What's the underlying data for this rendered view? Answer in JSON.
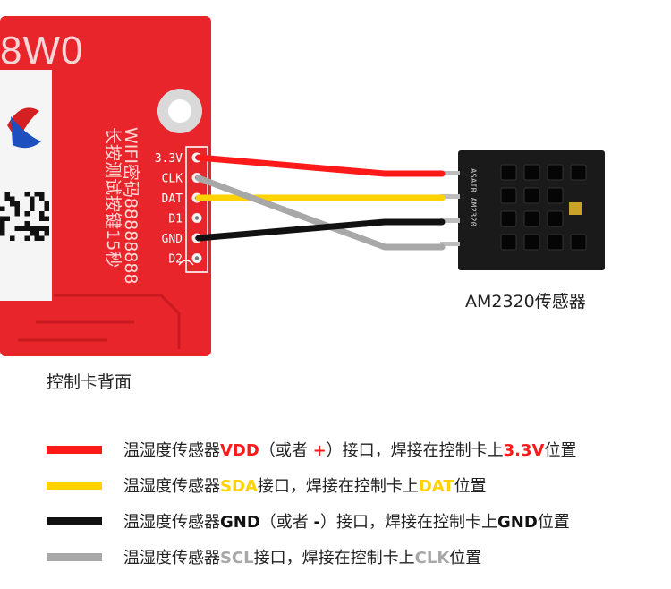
{
  "board": {
    "title_partial": "8W0",
    "vertical_text_1": "长按测试按键15秒",
    "vertical_text_2": "WIFI密码88888888",
    "pins": [
      "3.3V",
      "CLK",
      "DAT",
      "D1",
      "GND",
      "D2"
    ],
    "caption": "控制卡背面"
  },
  "sensor": {
    "caption": "AM2320传感器"
  },
  "colors": {
    "red": "#ff1a1a",
    "yellow": "#ffd200",
    "black": "#111111",
    "gray": "#a8a8a8",
    "board": "#e8252a"
  },
  "legend": [
    {
      "color": "#ff1a1a",
      "prefix": "温湿度传感器",
      "pin": "VDD",
      "pin_class": "red",
      "mid": "（或者 ",
      "sym": "+",
      "sym_class": "red",
      "suffix1": "）接口，焊接在控制卡上",
      "target": "3.3V",
      "target_class": "red",
      "suffix2": "位置"
    },
    {
      "color": "#ffd200",
      "prefix": "温湿度传感器",
      "pin": "SDA",
      "pin_class": "yellow",
      "mid": "",
      "sym": "",
      "sym_class": "",
      "suffix1": "接口，焊接在控制卡上",
      "target": "DAT",
      "target_class": "yellow",
      "suffix2": "位置"
    },
    {
      "color": "#111111",
      "prefix": "温湿度传感器",
      "pin": "GND",
      "pin_class": "black",
      "mid": "（或者 ",
      "sym": "-",
      "sym_class": "black",
      "suffix1": "）接口，焊接在控制卡上",
      "target": "GND",
      "target_class": "black",
      "suffix2": "位置"
    },
    {
      "color": "#a8a8a8",
      "prefix": "温湿度传感器",
      "pin": "SCL",
      "pin_class": "gray",
      "mid": "",
      "sym": "",
      "sym_class": "",
      "suffix1": "接口，焊接在控制卡上",
      "target": "CLK",
      "target_class": "gray",
      "suffix2": "位置"
    }
  ]
}
